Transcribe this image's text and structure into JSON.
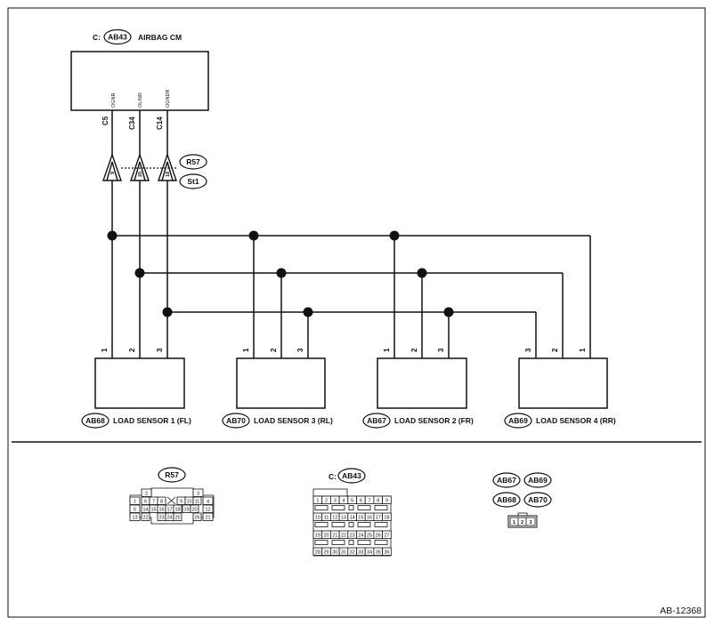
{
  "figure_id": "AB-12368",
  "airbag_cm": {
    "connector_prefix": "C:",
    "connector": "AB43",
    "name": "AIRBAG CM",
    "terminals": [
      {
        "signal": "OGNR",
        "pin": "C5"
      },
      {
        "signal": "OLINR",
        "pin": "C34"
      },
      {
        "signal": "OGNDR",
        "pin": "C14"
      }
    ]
  },
  "junction": {
    "connector": "R57",
    "secondary": "St1",
    "pins": [
      "9",
      "20",
      "18"
    ]
  },
  "sensors": [
    {
      "connector": "AB68",
      "name": "LOAD SENSOR 1 (FL)",
      "pins": [
        "1",
        "2",
        "3"
      ]
    },
    {
      "connector": "AB70",
      "name": "LOAD SENSOR 3 (RL)",
      "pins": [
        "1",
        "2",
        "3"
      ]
    },
    {
      "connector": "AB67",
      "name": "LOAD SENSOR 2 (FR)",
      "pins": [
        "1",
        "2",
        "3"
      ]
    },
    {
      "connector": "AB69",
      "name": "LOAD SENSOR 4 (RR)",
      "pins": [
        "3",
        "2",
        "1"
      ]
    }
  ],
  "connector_views": {
    "r57": {
      "label": "R57",
      "rows": [
        [
          "2",
          "3"
        ],
        [
          "1",
          "6",
          "7",
          "8",
          "9",
          "10",
          "11",
          "4"
        ],
        [
          "5",
          "14",
          "15",
          "16",
          "17",
          "18",
          "19",
          "20",
          "12"
        ],
        [
          "13",
          "22",
          "23",
          "24",
          "25",
          "26",
          "21"
        ]
      ]
    },
    "ab43": {
      "prefix": "C:",
      "label": "AB43",
      "rows": [
        [
          "1",
          "2",
          "3",
          "4",
          "5",
          "6",
          "7",
          "8",
          "9"
        ],
        [
          "10",
          "11",
          "12",
          "13",
          "14",
          "15",
          "16",
          "17",
          "18"
        ],
        [
          "19",
          "20",
          "21",
          "22",
          "23",
          "24",
          "25",
          "26",
          "27"
        ],
        [
          "28",
          "29",
          "30",
          "31",
          "32",
          "33",
          "34",
          "35",
          "36"
        ]
      ]
    },
    "sensor_connectors": {
      "labels": [
        "AB67",
        "AB69",
        "AB68",
        "AB70"
      ],
      "pins": [
        "1",
        "2",
        "3"
      ]
    }
  }
}
